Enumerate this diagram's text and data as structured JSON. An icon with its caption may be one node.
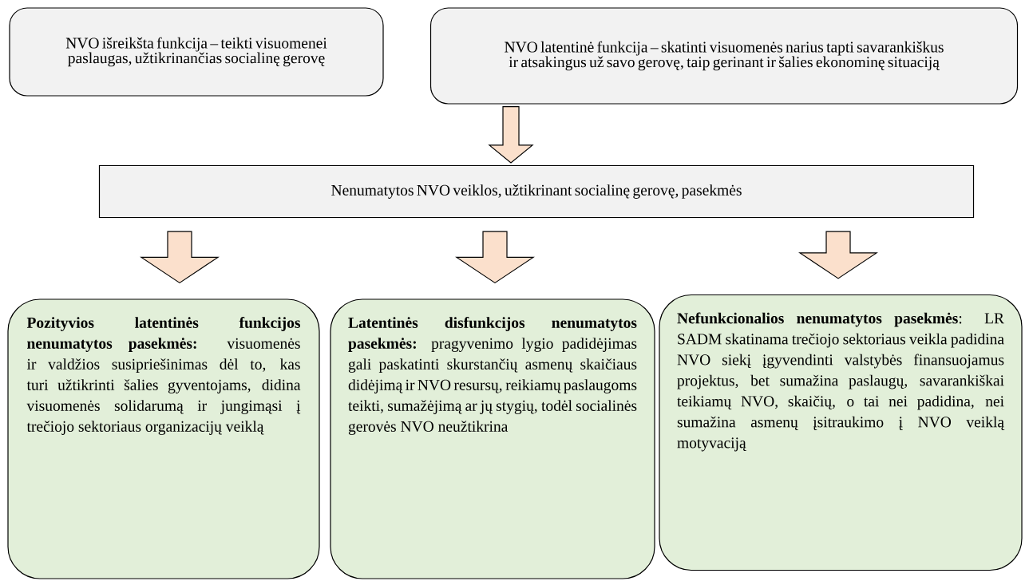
{
  "diagram": {
    "nodes": [
      {
        "text": [
          "NVO išreikšta funkcija – teikti visuomenei paslaugas, užtikrinančias socialinę gerovę"
        ]
      },
      {
        "text": [
          "NVO latentinė funkcija – skatinti visuomenės narius tapti savarankiškus ir atsakingus už savo gerovę, taip gerinant ir šalies ekonominę situaciją"
        ]
      },
      {
        "text": [
          "Nenumatytos NVO veiklos, užtikrinant socialinę gerovę, pasekmės"
        ]
      },
      {
        "text": [
          "**Pozityvios latentinės funkcijos nenumatytos pasekmės:** visuomenės ir valdžios susipriešinimas dėl to, kas turi užtikrinti šalies gyventojams, didina visuomenės solidarumą ir jungimąsi į trečiojo sektoriaus organizacijų veiklą"
        ]
      },
      {
        "text": [
          "**Latentinės disfunkcijos nenumatytos pasekmės:** pragyvenimo lygio padidėjimas gali paskatinti skurstančių asmenų skaičiaus didėjimą ir NVO resursų, reikiamų paslaugoms teikti, sumažėjimą ar jų stygių, todėl socialinės gerovės NVO neužtikrina"
        ]
      },
      {
        "text": [
          "**Nefunkcionalios nenumatytos pasekmės**: LR SADM skatinama trečiojo sektoriaus veikla padidina NVO siekį įgyvendinti valstybės finansuojamus projektus, bet sumažina paslaugų, savarankiškai teikiamų NVO, skaičių, o tai nei padidina, nei sumažina asmenų įsitraukimo į NVO veiklą motyvaciją"
        ]
      }
    ],
    "edges": [
      {
        "from": 1,
        "to": 2,
        "arrow": "to"
      },
      {
        "from": 2,
        "to": 3,
        "arrow": "to"
      },
      {
        "from": 2,
        "to": 4,
        "arrow": "to"
      },
      {
        "from": 2,
        "to": 5,
        "arrow": "to"
      }
    ]
  }
}
